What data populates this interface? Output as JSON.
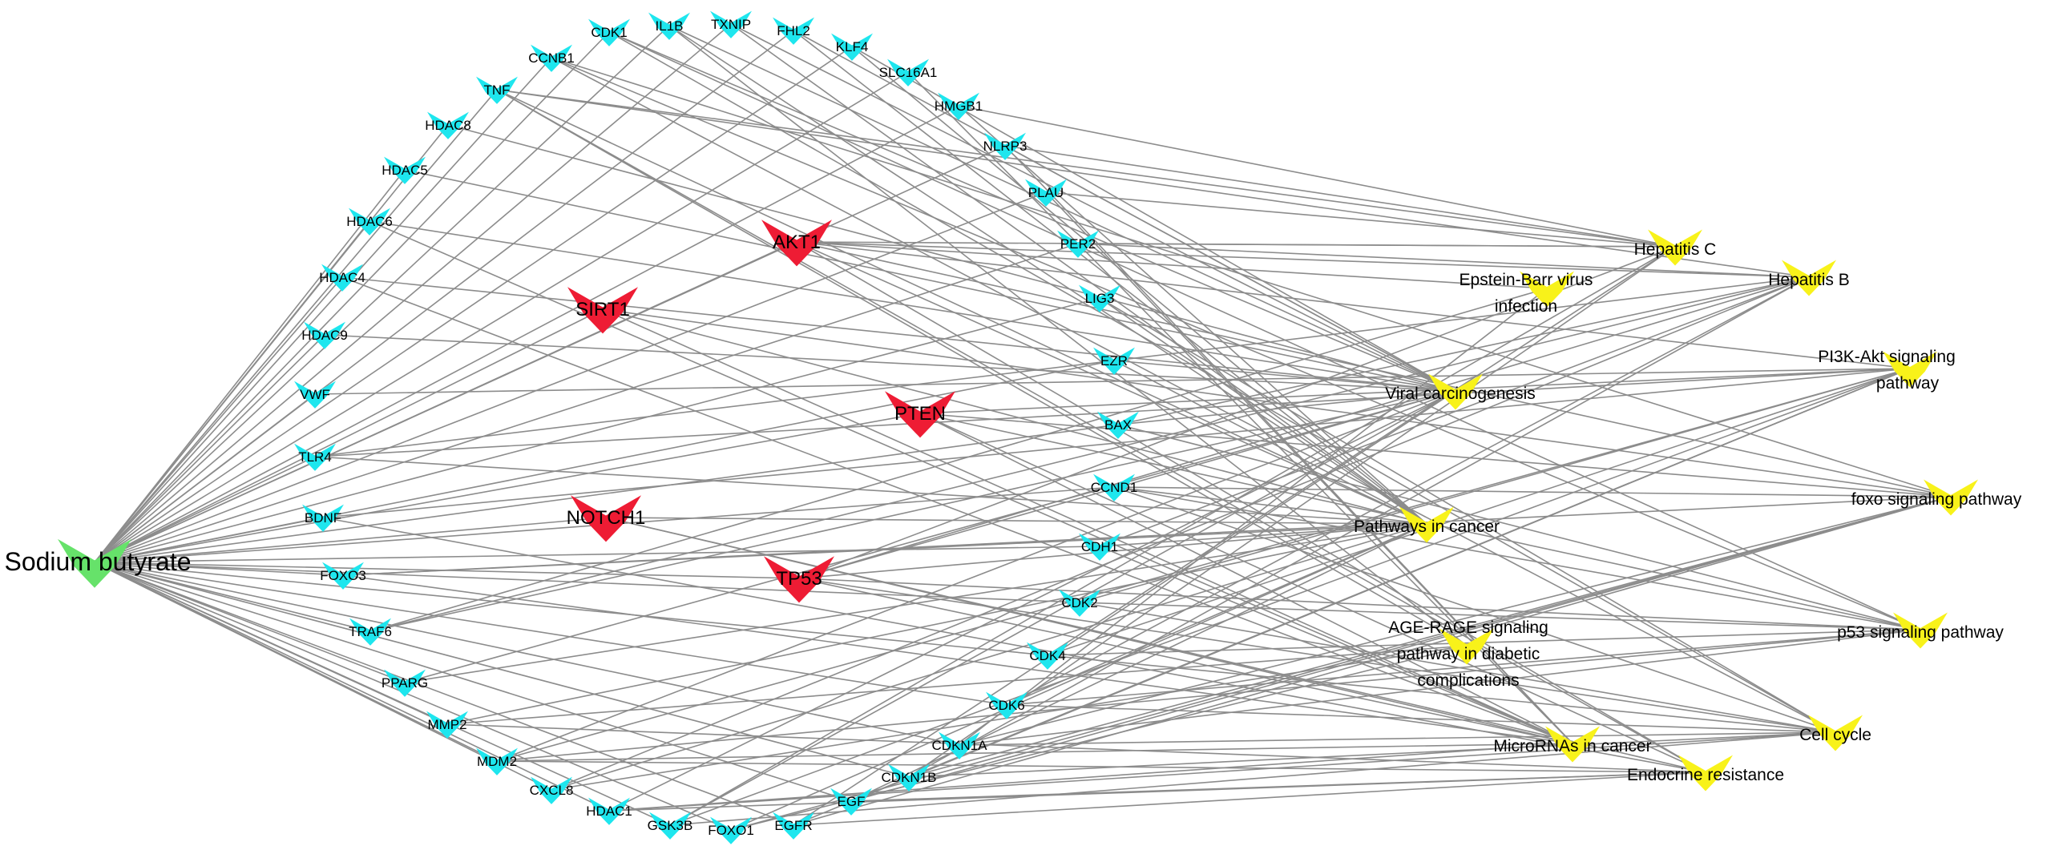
{
  "colors": {
    "drug": "#66e26a",
    "target": "#1ee6ee",
    "core": "#ee1c34",
    "pathway": "#f8f21a",
    "edge": "#8c8c8c"
  },
  "drug": {
    "id": "drug",
    "label": "Sodium butyrate",
    "type": "drug"
  },
  "targets": [
    {
      "id": "CDK1",
      "label": "CDK1"
    },
    {
      "id": "IL1B",
      "label": "IL1B"
    },
    {
      "id": "TXNIP",
      "label": "TXNIP"
    },
    {
      "id": "FHL2",
      "label": "FHL2"
    },
    {
      "id": "KLF4",
      "label": "KLF4"
    },
    {
      "id": "SLC16A1",
      "label": "SLC16A1"
    },
    {
      "id": "HMGB1",
      "label": "HMGB1"
    },
    {
      "id": "NLRP3",
      "label": "NLRP3"
    },
    {
      "id": "PLAU",
      "label": "PLAU"
    },
    {
      "id": "PER2",
      "label": "PER2"
    },
    {
      "id": "LIG3",
      "label": "LIG3"
    },
    {
      "id": "EZR",
      "label": "EZR"
    },
    {
      "id": "BAX",
      "label": "BAX"
    },
    {
      "id": "CCND1",
      "label": "CCND1"
    },
    {
      "id": "CDH1",
      "label": "CDH1"
    },
    {
      "id": "CDK2",
      "label": "CDK2"
    },
    {
      "id": "CDK4",
      "label": "CDK4"
    },
    {
      "id": "CDK6",
      "label": "CDK6"
    },
    {
      "id": "CDKN1A",
      "label": "CDKN1A"
    },
    {
      "id": "CDKN1B",
      "label": "CDKN1B"
    },
    {
      "id": "EGF",
      "label": "EGF"
    },
    {
      "id": "EGFR",
      "label": "EGFR"
    },
    {
      "id": "FOXO1",
      "label": "FOXO1"
    },
    {
      "id": "GSK3B",
      "label": "GSK3B"
    },
    {
      "id": "HDAC1",
      "label": "HDAC1"
    },
    {
      "id": "CXCL8",
      "label": "CXCL8"
    },
    {
      "id": "MDM2",
      "label": "MDM2"
    },
    {
      "id": "MMP2",
      "label": "MMP2"
    },
    {
      "id": "PPARG",
      "label": "PPARG"
    },
    {
      "id": "TRAF6",
      "label": "TRAF6"
    },
    {
      "id": "FOXO3",
      "label": "FOXO3"
    },
    {
      "id": "BDNF",
      "label": "BDNF"
    },
    {
      "id": "TLR4",
      "label": "TLR4"
    },
    {
      "id": "VWF",
      "label": "VWF"
    },
    {
      "id": "HDAC9",
      "label": "HDAC9"
    },
    {
      "id": "HDAC4",
      "label": "HDAC4"
    },
    {
      "id": "HDAC6",
      "label": "HDAC6"
    },
    {
      "id": "HDAC5",
      "label": "HDAC5"
    },
    {
      "id": "HDAC8",
      "label": "HDAC8"
    },
    {
      "id": "TNF",
      "label": "TNF"
    },
    {
      "id": "CCNB1",
      "label": "CCNB1"
    }
  ],
  "core_targets": [
    {
      "id": "AKT1",
      "label": "AKT1"
    },
    {
      "id": "SIRT1",
      "label": "SIRT1"
    },
    {
      "id": "PTEN",
      "label": "PTEN"
    },
    {
      "id": "NOTCH1",
      "label": "NOTCH1"
    },
    {
      "id": "TP53",
      "label": "TP53"
    }
  ],
  "pathways": [
    {
      "id": "HepC",
      "lines": [
        "Hepatitis C"
      ]
    },
    {
      "id": "HepB",
      "lines": [
        "Hepatitis B"
      ]
    },
    {
      "id": "EBV",
      "lines": [
        "Epstein-Barr virus",
        "infection"
      ]
    },
    {
      "id": "PI3K",
      "lines": [
        "PI3K-Akt signaling",
        "pathway"
      ]
    },
    {
      "id": "Viral",
      "lines": [
        "Viral carcinogenesis"
      ]
    },
    {
      "id": "Foxo",
      "lines": [
        "foxo signaling pathway"
      ]
    },
    {
      "id": "PiC",
      "lines": [
        "Pathways in cancer"
      ]
    },
    {
      "id": "p53",
      "lines": [
        "p53 signaling pathway"
      ]
    },
    {
      "id": "AGE",
      "lines": [
        "AGE-RAGE signaling",
        "pathway in diabetic",
        "complications"
      ]
    },
    {
      "id": "Cell",
      "lines": [
        "Cell cycle"
      ]
    },
    {
      "id": "miR",
      "lines": [
        "MicroRNAs in cancer"
      ]
    },
    {
      "id": "Endo",
      "lines": [
        "Endocrine resistance"
      ]
    }
  ],
  "edges": [
    [
      "CDK1",
      "Cell"
    ],
    [
      "CDK1",
      "p53"
    ],
    [
      "CDK1",
      "Viral"
    ],
    [
      "IL1B",
      "AGE"
    ],
    [
      "IL1B",
      "PiC"
    ],
    [
      "IL1B",
      "Viral"
    ],
    [
      "TXNIP",
      "Viral"
    ],
    [
      "TXNIP",
      "PiC"
    ],
    [
      "FHL2",
      "PiC"
    ],
    [
      "FHL2",
      "Viral"
    ],
    [
      "KLF4",
      "PiC"
    ],
    [
      "KLF4",
      "Viral"
    ],
    [
      "SLC16A1",
      "miR"
    ],
    [
      "HMGB1",
      "PiC"
    ],
    [
      "HMGB1",
      "HepC"
    ],
    [
      "NLRP3",
      "HepC"
    ],
    [
      "NLRP3",
      "Viral"
    ],
    [
      "NLRP3",
      "miR"
    ],
    [
      "PLAU",
      "HepC"
    ],
    [
      "PLAU",
      "miR"
    ],
    [
      "PER2",
      "HepC"
    ],
    [
      "PER2",
      "HepB"
    ],
    [
      "LIG3",
      "PiC"
    ],
    [
      "LIG3",
      "Cell"
    ],
    [
      "EZR",
      "Viral"
    ],
    [
      "EZR",
      "PiC"
    ],
    [
      "BAX",
      "Viral"
    ],
    [
      "BAX",
      "p53"
    ],
    [
      "BAX",
      "HepB"
    ],
    [
      "CCND1",
      "PiC"
    ],
    [
      "CCND1",
      "p53"
    ],
    [
      "CCND1",
      "Cell"
    ],
    [
      "CCND1",
      "Foxo"
    ],
    [
      "CDH1",
      "PiC"
    ],
    [
      "CDH1",
      "miR"
    ],
    [
      "CDH1",
      "HepB"
    ],
    [
      "CDK2",
      "Cell"
    ],
    [
      "CDK2",
      "p53"
    ],
    [
      "CDK2",
      "PI3K"
    ],
    [
      "CDK4",
      "Cell"
    ],
    [
      "CDK4",
      "p53"
    ],
    [
      "CDK4",
      "PI3K"
    ],
    [
      "CDK4",
      "HepC"
    ],
    [
      "CDK6",
      "Cell"
    ],
    [
      "CDK6",
      "p53"
    ],
    [
      "CDK6",
      "HepB"
    ],
    [
      "CDK6",
      "PiC"
    ],
    [
      "CDKN1A",
      "Cell"
    ],
    [
      "CDKN1A",
      "p53"
    ],
    [
      "CDKN1A",
      "Foxo"
    ],
    [
      "CDKN1A",
      "EBV"
    ],
    [
      "CDKN1B",
      "Cell"
    ],
    [
      "CDKN1B",
      "Foxo"
    ],
    [
      "CDKN1B",
      "PI3K"
    ],
    [
      "CDKN1B",
      "HepB"
    ],
    [
      "CDKN1B",
      "HepC"
    ],
    [
      "EGF",
      "PI3K"
    ],
    [
      "EGF",
      "Foxo"
    ],
    [
      "EGF",
      "PiC"
    ],
    [
      "EGF",
      "Endo"
    ],
    [
      "EGFR",
      "PI3K"
    ],
    [
      "EGFR",
      "Foxo"
    ],
    [
      "EGFR",
      "Endo"
    ],
    [
      "EGFR",
      "Viral"
    ],
    [
      "FOXO1",
      "Foxo"
    ],
    [
      "FOXO1",
      "PiC"
    ],
    [
      "FOXO1",
      "AGE"
    ],
    [
      "GSK3B",
      "PI3K"
    ],
    [
      "GSK3B",
      "HepC"
    ],
    [
      "GSK3B",
      "Cell"
    ],
    [
      "GSK3B",
      "Viral"
    ],
    [
      "HDAC1",
      "Cell"
    ],
    [
      "HDAC1",
      "miR"
    ],
    [
      "HDAC1",
      "Viral"
    ],
    [
      "HDAC1",
      "Endo"
    ],
    [
      "CXCL8",
      "HepB"
    ],
    [
      "CXCL8",
      "AGE"
    ],
    [
      "CXCL8",
      "PiC"
    ],
    [
      "MDM2",
      "p53"
    ],
    [
      "MDM2",
      "PI3K"
    ],
    [
      "MDM2",
      "Viral"
    ],
    [
      "MDM2",
      "Endo"
    ],
    [
      "MDM2",
      "miR"
    ],
    [
      "MMP2",
      "AGE"
    ],
    [
      "MMP2",
      "PiC"
    ],
    [
      "MMP2",
      "Endo"
    ],
    [
      "PPARG",
      "PiC"
    ],
    [
      "PPARG",
      "Viral"
    ],
    [
      "TRAF6",
      "Viral"
    ],
    [
      "TRAF6",
      "EBV"
    ],
    [
      "TRAF6",
      "HepB"
    ],
    [
      "FOXO3",
      "Foxo"
    ],
    [
      "FOXO3",
      "PiC"
    ],
    [
      "FOXO3",
      "miR"
    ],
    [
      "BDNF",
      "PI3K"
    ],
    [
      "BDNF",
      "Endo"
    ],
    [
      "TLR4",
      "PI3K"
    ],
    [
      "TLR4",
      "HepB"
    ],
    [
      "TLR4",
      "PiC"
    ],
    [
      "VWF",
      "PI3K"
    ],
    [
      "HDAC9",
      "Viral"
    ],
    [
      "HDAC4",
      "Viral"
    ],
    [
      "HDAC4",
      "miR"
    ],
    [
      "HDAC6",
      "miR"
    ],
    [
      "HDAC6",
      "Viral"
    ],
    [
      "HDAC5",
      "Viral"
    ],
    [
      "HDAC8",
      "Viral"
    ],
    [
      "TNF",
      "PiC"
    ],
    [
      "TNF",
      "AGE"
    ],
    [
      "TNF",
      "HepB"
    ],
    [
      "TNF",
      "HepC"
    ],
    [
      "TNF",
      "Endo"
    ],
    [
      "CCNB1",
      "Cell"
    ],
    [
      "CCNB1",
      "p53"
    ],
    [
      "CCNB1",
      "Foxo"
    ],
    [
      "AKT1",
      "PiC"
    ],
    [
      "AKT1",
      "PI3K"
    ],
    [
      "AKT1",
      "HepC"
    ],
    [
      "AKT1",
      "HepB"
    ],
    [
      "AKT1",
      "Foxo"
    ],
    [
      "AKT1",
      "Endo"
    ],
    [
      "AKT1",
      "EBV"
    ],
    [
      "SIRT1",
      "miR"
    ],
    [
      "SIRT1",
      "Foxo"
    ],
    [
      "SIRT1",
      "PiC"
    ],
    [
      "PTEN",
      "PI3K"
    ],
    [
      "PTEN",
      "miR"
    ],
    [
      "PTEN",
      "p53"
    ],
    [
      "PTEN",
      "Foxo"
    ],
    [
      "PTEN",
      "Endo"
    ],
    [
      "NOTCH1",
      "PiC"
    ],
    [
      "NOTCH1",
      "miR"
    ],
    [
      "NOTCH1",
      "Endo"
    ],
    [
      "TP53",
      "p53"
    ],
    [
      "TP53",
      "PiC"
    ],
    [
      "TP53",
      "Cell"
    ],
    [
      "TP53",
      "HepC"
    ],
    [
      "TP53",
      "HepB"
    ],
    [
      "TP53",
      "Viral"
    ],
    [
      "TP53",
      "miR"
    ]
  ]
}
